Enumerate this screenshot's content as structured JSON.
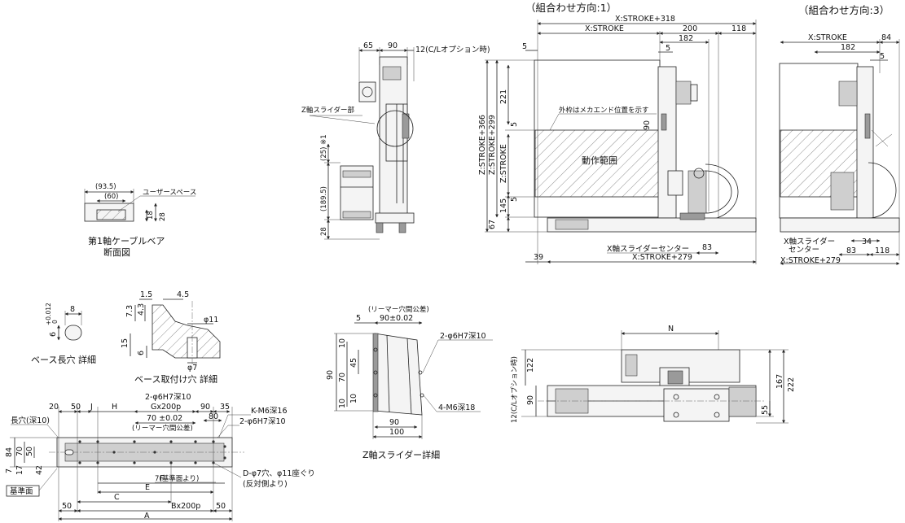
{
  "titles": {
    "dir1": "（組合わせ方向:1）",
    "dir3": "（組合わせ方向:3）"
  },
  "cable": {
    "label": "ユーザースペース",
    "w_outer": "(93.5)",
    "w_inner": "(60)",
    "h1": "18",
    "h2": "28",
    "caption1": "第1軸ケーブルベア",
    "caption2": "断面図"
  },
  "zside": {
    "d65": "65",
    "d90": "90",
    "d12": "12(C/Lオプション時)",
    "slider_part": "Z軸スライダー部",
    "d25": "(25) ※1",
    "d189": "(189.5)",
    "d28": "28"
  },
  "front1": {
    "x_total": "X:STROKE+318",
    "x_stroke": "X:STROKE",
    "d200": "200",
    "d118": "118",
    "d182": "182",
    "d5a": "5",
    "d5b": "5",
    "d221": "221",
    "d5c": "5",
    "d90": "90",
    "z366": "Z:STROKE+366",
    "z299": "Z:STROKE+299",
    "zstroke": "Z:STROKE",
    "d145": "145",
    "d5d": "5",
    "d67": "67",
    "mech_end": "外枠はメカエンド位置を示す",
    "range": "動作範囲",
    "x_center": "X軸スライダーセンター",
    "d83": "83",
    "x279": "X:STROKE+279",
    "d39": "39"
  },
  "front3": {
    "x_stroke": "X:STROKE",
    "d84": "84",
    "d182": "182",
    "d5": "5",
    "x_center1": "X軸スライダー",
    "x_center2": "センター",
    "d34": "34",
    "d83": "83",
    "d118": "118",
    "x279": "X:STROKE+279"
  },
  "basehole": {
    "tol": "+0.012",
    "tol0": "0",
    "d6": "6",
    "d8": "8",
    "caption": "ベース長穴 詳細"
  },
  "mounthole": {
    "d15": "1.5",
    "d45": "4.5",
    "d73": "7.3",
    "d43": "4.3",
    "phi11": "φ11",
    "d15b": "15",
    "d6": "6",
    "phi7": "φ7",
    "caption": "ベース取付け穴 詳細"
  },
  "zdetail": {
    "reamer": "(リーマー穴間公差)",
    "d90tol": "90±0.02",
    "d5": "5",
    "d10a": "10",
    "d70": "70",
    "d45": "45",
    "d10b": "10",
    "d90v": "90",
    "d10c": "10",
    "pin": "2-φ6H7深10",
    "tap": "4-M6深18",
    "d90h": "90",
    "d100": "100",
    "caption": "Z軸スライダー詳細"
  },
  "base": {
    "d20": "20",
    "d50": "50",
    "dJ": "J",
    "dH": "H",
    "pin_top": "2-φ6H7深10",
    "dG": "Gx200p",
    "d70tol": "70 ±0.02",
    "reamer": "(リーマー穴間公差)",
    "d90": "90",
    "d35": "35",
    "d80": "80",
    "tap": "K-M6深16",
    "pin_right": "2-φ6H7深10",
    "slot": "長穴(深10)",
    "d84": "84",
    "d70": "70",
    "d50v": "50",
    "d7": "7",
    "d17": "17",
    "d42": "42",
    "ref7": "7(基準面より)",
    "dhole": "D-φ7穴、φ11座ぐり",
    "dhole2": "(反対側より)",
    "ref_face": "基準面",
    "dE": "E",
    "dF": "F",
    "dC": "C",
    "d50a": "50",
    "dB": "Bx200p",
    "d50b": "50",
    "dA": "A"
  },
  "top": {
    "dN": "N",
    "d12": "12(C/Lオプション時)",
    "d122": "122",
    "d90": "90",
    "d167": "167",
    "d222": "222",
    "d55": "55"
  }
}
